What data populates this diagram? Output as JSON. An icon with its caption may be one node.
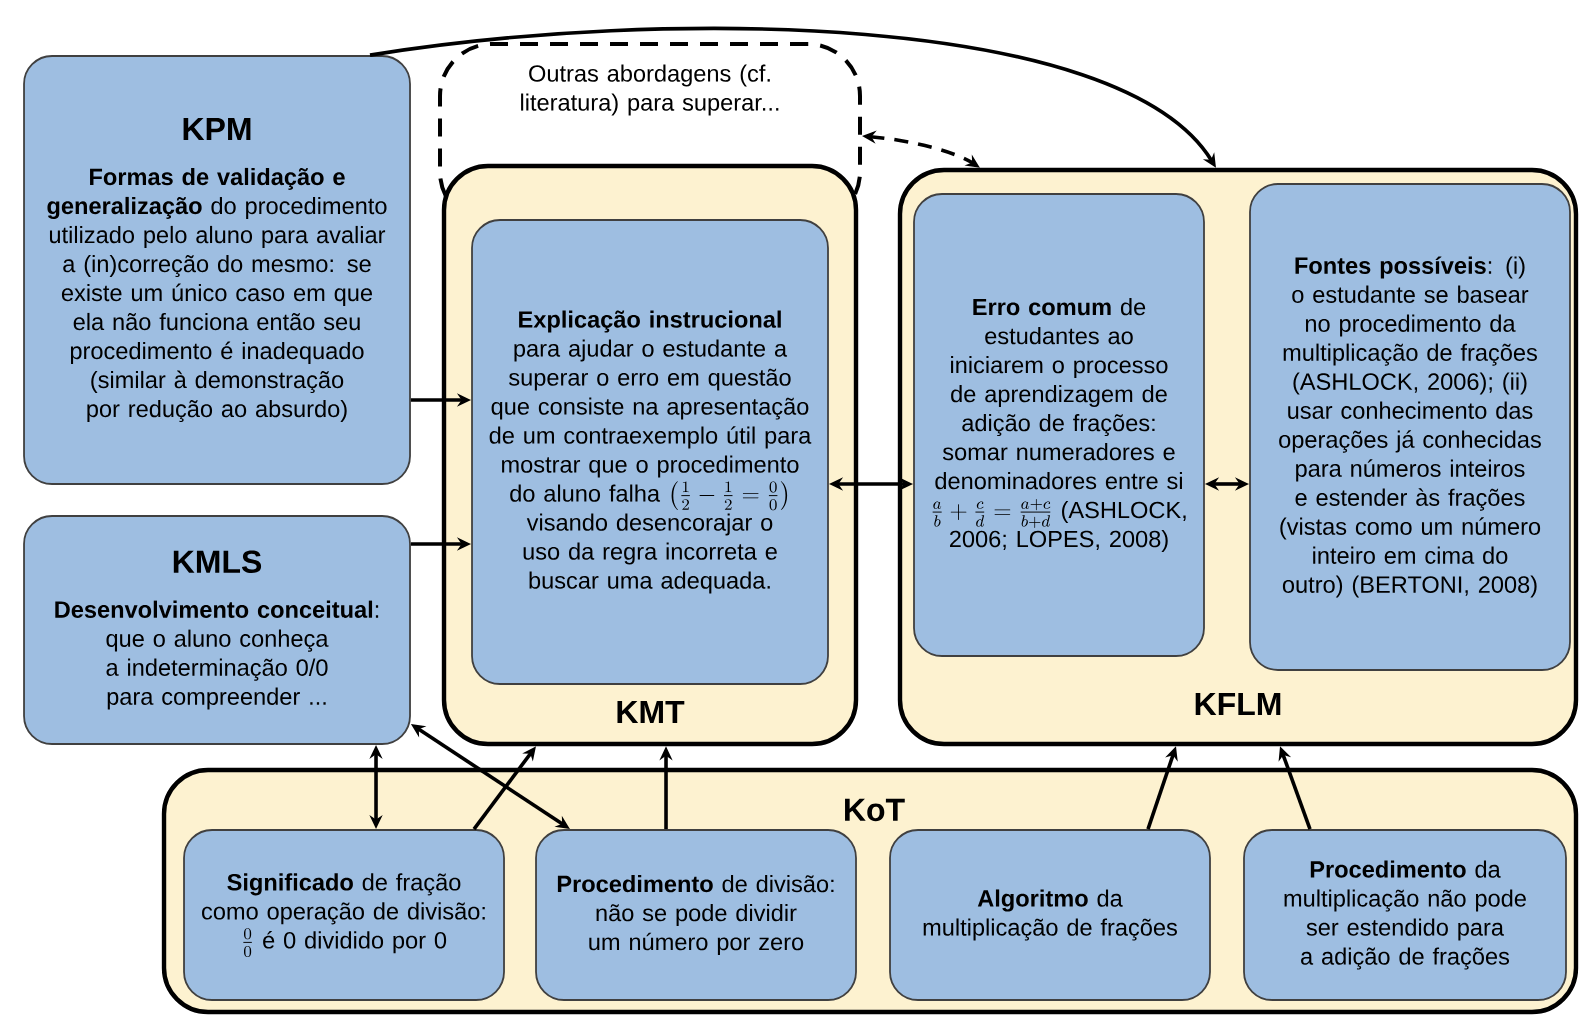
{
  "diagram": {
    "nodes": [
      {
        "text": [
          "KPM",
          "**Formas de validação e generalização** do procedimento utilizado pelo aluno para avaliar a (in)correção do mesmo: se existe um único caso em que ela não funciona então seu procedimento é inadequado (similar à demonstração por redução ao absurdo)"
        ]
      },
      {
        "text": [
          "KMLS",
          "**Desenvolvimento conceitual**: que o aluno conheça a indeterminação 0/0 para compreender ..."
        ]
      },
      {
        "text": [
          "Outras abordagens (cf. literatura) para superar..."
        ]
      },
      {
        "text": [
          "KMT"
        ]
      },
      {
        "text": [
          "**Explicação instrucional** para ajudar o estudante a superar o erro em questão que consiste na apresentação de um contraexemplo útil para mostrar que o procedimento do aluno falha",
          "\\left(\\frac{1}{2}-\\frac{1}{2}=\\frac{0}{0}\\right)",
          "visando desencorajar o uso da regra incorreta e buscar uma adequada."
        ],
        "in": 3
      },
      {
        "text": [
          "KFLM"
        ]
      },
      {
        "text": [
          "**Erro comum** de estudantes ao iniciarem o processo de aprendizagem de adição de frações: somar numeradores e denominadores entre si",
          "\\frac{a}{b}+\\frac{c}{d}=\\frac{a+c}{b+d}",
          "(ASHLOCK, 2006; LOPES, 2008)"
        ],
        "in": 5
      },
      {
        "text": [
          "**Fontes possíveis**: (i) o estudante se basear no procedimento da multiplicação de frações (ASHLOCK, 2006); (ii) usar conhecimento das operações já conhecidas para números inteiros e estender às frações (vistas como um número inteiro em cima do outro) (BERTONI, 2008)"
        ],
        "in": 5
      },
      {
        "text": [
          "KoT"
        ]
      },
      {
        "text": [
          "**Significado** de fração como operação de divisão:",
          "\\frac{0}{0}",
          "é 0 dividido por 0"
        ],
        "in": 8
      },
      {
        "text": [
          "**Procedimento** de divisão: não se pode dividir um número por zero"
        ],
        "in": 8
      },
      {
        "text": [
          "**Algoritmo** da multiplicação de frações"
        ],
        "in": 8
      },
      {
        "text": [
          "**Procedimento** da multiplicação não pode ser estendido para a adição de frações"
        ],
        "in": 8
      }
    ],
    "edges": [
      {
        "from": 0,
        "to": 4,
        "arrow": "to"
      },
      {
        "from": 1,
        "to": 4,
        "arrow": "to"
      },
      {
        "from": 0,
        "to": 5,
        "arrow": "to"
      },
      {
        "from": 2,
        "to": 5,
        "arrow": "both",
        "style": "dashed"
      },
      {
        "from": 4,
        "to": 6,
        "arrow": "both"
      },
      {
        "from": 6,
        "to": 7,
        "arrow": "both"
      },
      {
        "from": 1,
        "to": 9,
        "arrow": "both"
      },
      {
        "from": 1,
        "to": 10,
        "arrow": "both"
      },
      {
        "from": 9,
        "to": 3,
        "arrow": "to"
      },
      {
        "from": 10,
        "to": 3,
        "arrow": "to"
      },
      {
        "from": 11,
        "to": 5,
        "arrow": "to"
      },
      {
        "from": 12,
        "to": 5,
        "arrow": "to"
      }
    ]
  }
}
